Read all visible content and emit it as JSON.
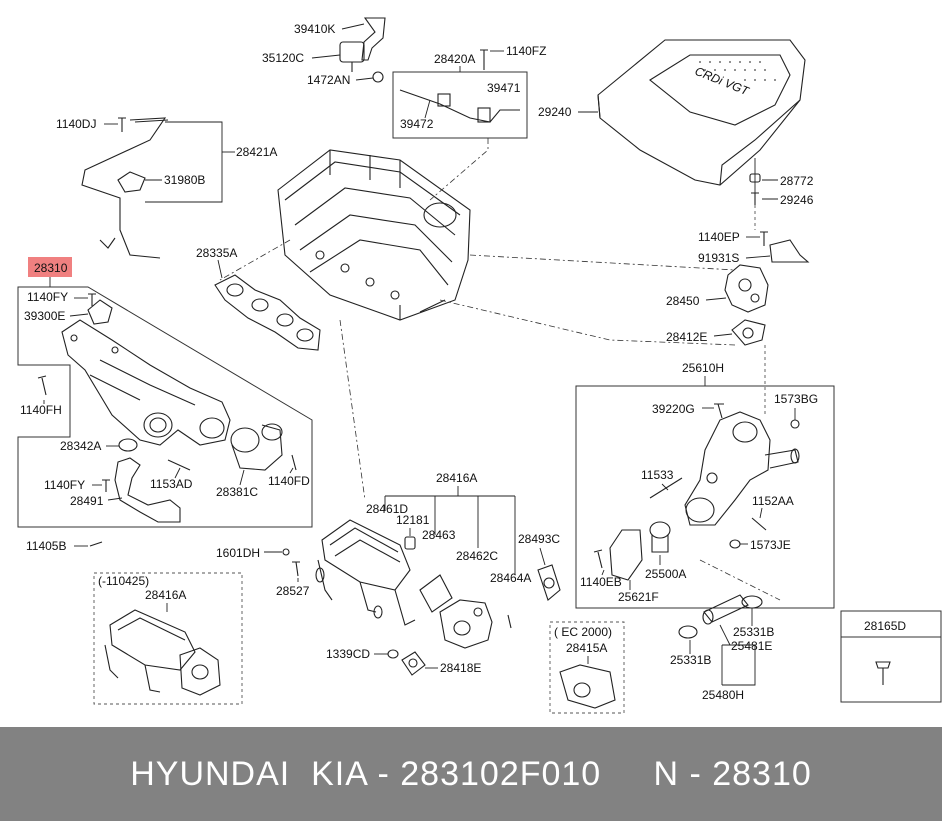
{
  "highlight_color": "#f08080",
  "footer_bg": "#828282",
  "callouts": {
    "c39410K": "39410K",
    "c35120C": "35120C",
    "c1472AN": "1472AN",
    "c28420A": "28420A",
    "c1140FZ": "1140FZ",
    "c39471": "39471",
    "c39472": "39472",
    "c29240": "29240",
    "c1140DJ": "1140DJ",
    "c28421A": "28421A",
    "c31980B": "31980B",
    "c28772": "28772",
    "c29246": "29246",
    "c28335A": "28335A",
    "c28310": "28310",
    "c1140FY_a": "1140FY",
    "c39300E": "39300E",
    "c1140EP": "1140EP",
    "c91931S": "91931S",
    "c28450": "28450",
    "c28412E": "28412E",
    "c1140FH": "1140FH",
    "c25610H": "25610H",
    "c39220G": "39220G",
    "c1573BG": "1573BG",
    "c28342A": "28342A",
    "c1140FY_b": "1140FY",
    "c1153AD": "1153AD",
    "c28381C": "28381C",
    "c1140FD": "1140FD",
    "c28491": "28491",
    "c28416A_a": "28416A",
    "c11533": "11533",
    "c28461D": "28461D",
    "c12181": "12181",
    "c28463": "28463",
    "c1152AA": "1152AA",
    "c28493C": "28493C",
    "c11405B": "11405B",
    "c1601DH": "1601DH",
    "c28462C": "28462C",
    "c1573JE": "1573JE",
    "c28527": "28527",
    "c28464A": "28464A",
    "c1140EB": "1140EB",
    "c25500A": "25500A",
    "c25621F": "25621F",
    "c_110425": "(-110425)",
    "c28416A_b": "28416A",
    "c28165D": "28165D",
    "cEC2000": "(  EC 2000)",
    "c28415A": "28415A",
    "c25331B_a": "25331B",
    "c25481E": "25481E",
    "c25331B_b": "25331B",
    "c1339CD": "1339CD",
    "c28418E": "28418E",
    "c25480H": "25480H"
  },
  "cover_text": "CRDi VGT",
  "footer": {
    "text": "HYUNDAI  KIA - 283102F010     N - 28310"
  }
}
